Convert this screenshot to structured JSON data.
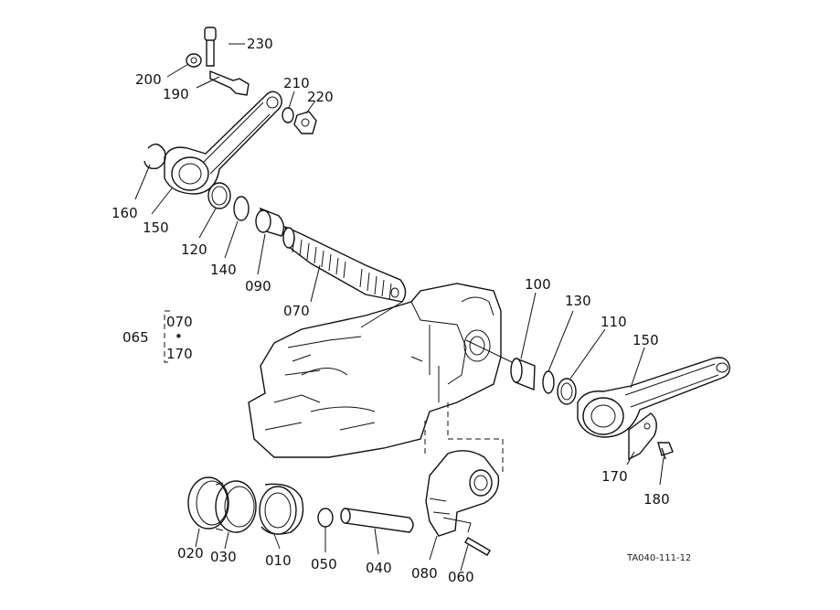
{
  "callouts": {
    "p230": "230",
    "p200": "200",
    "p190": "190",
    "p210": "210",
    "p220": "220",
    "p160": "160",
    "p150a": "150",
    "p120": "120",
    "p140": "140",
    "p090": "090",
    "p070": "070",
    "p100": "100",
    "p130": "130",
    "p110": "110",
    "p150b": "150",
    "p170": "170",
    "p180": "180",
    "p020": "020",
    "p030": "030",
    "p010": "010",
    "p050": "050",
    "p040": "040",
    "p080": "080",
    "p060": "060"
  },
  "group": {
    "id": "065",
    "top": "070",
    "bullet": "•",
    "bottom": "170"
  },
  "figure_code": "TA040-111-12"
}
